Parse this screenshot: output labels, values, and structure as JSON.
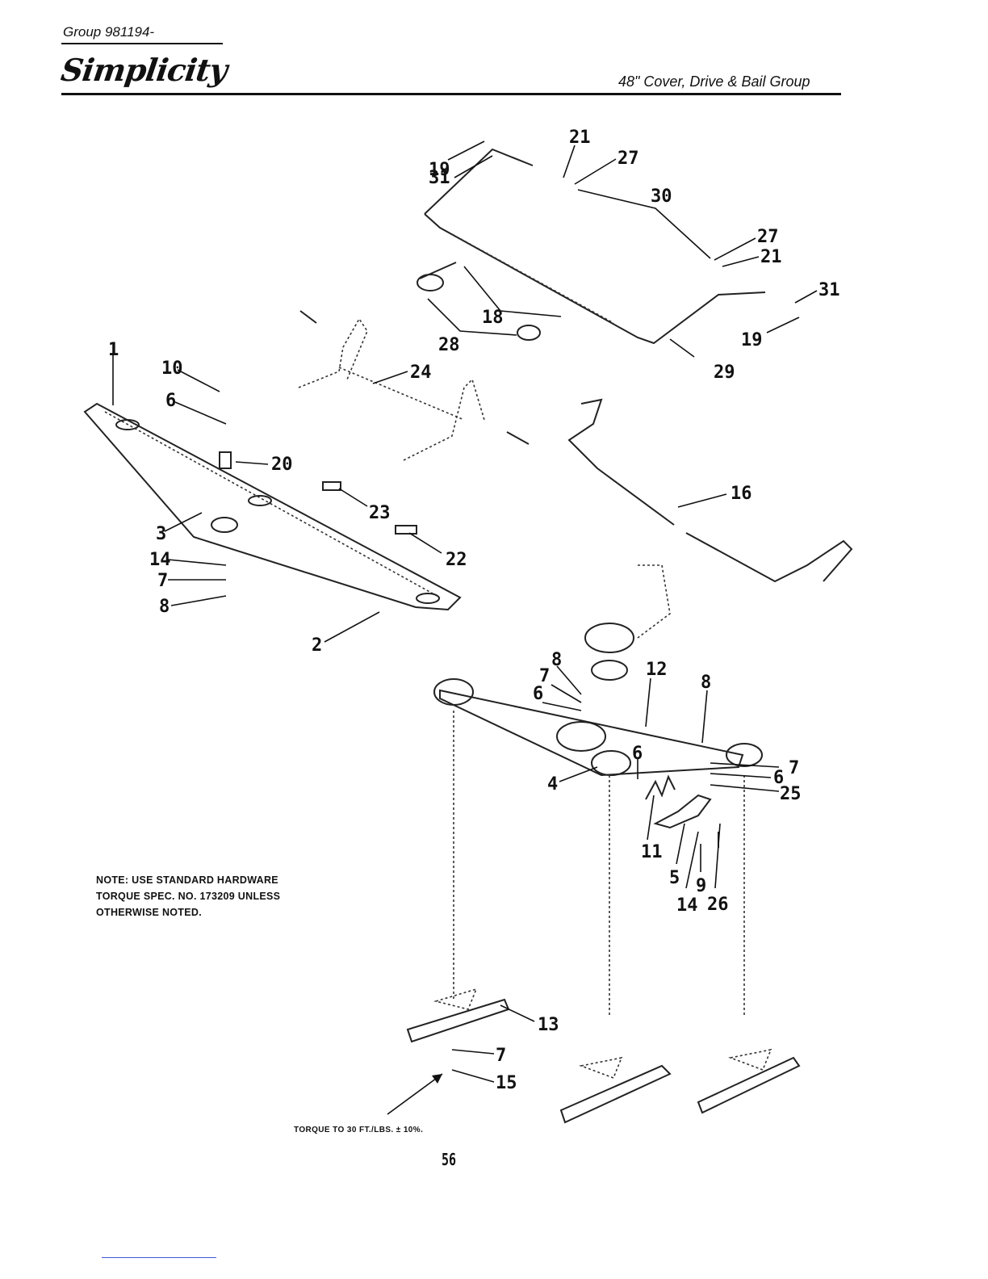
{
  "header": {
    "group": "Group 981194-",
    "brand": "Simplicity",
    "section_title": "48\" Cover, Drive & Bail Group"
  },
  "note": {
    "line1": "NOTE: USE STANDARD HARDWARE",
    "line2": "TORQUE SPEC. NO. 173209 UNLESS",
    "line3": "OTHERWISE NOTED."
  },
  "torque_note": "TORQUE TO 30 FT./LBS. ± 10%.",
  "page_number": "56",
  "callouts": [
    "1",
    "2",
    "3",
    "4",
    "5",
    "6",
    "7",
    "8",
    "9",
    "10",
    "11",
    "12",
    "13",
    "14",
    "15",
    "16",
    "18",
    "19",
    "20",
    "21",
    "22",
    "23",
    "24",
    "25",
    "26",
    "27",
    "28",
    "29",
    "30",
    "31"
  ]
}
